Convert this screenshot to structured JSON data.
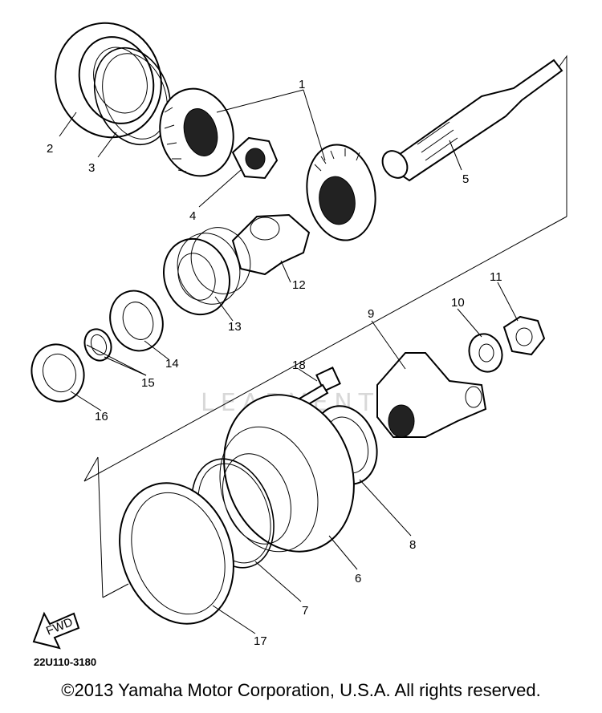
{
  "diagram": {
    "watermark": "LEADVENTURE",
    "part_code": "22U110-3180",
    "fwd_label": "FWD",
    "copyright": "©2013 Yamaha Motor Corporation, U.S.A. All rights reserved.",
    "callouts": [
      {
        "id": "1",
        "text": "1"
      },
      {
        "id": "2",
        "text": "2"
      },
      {
        "id": "3",
        "text": "3"
      },
      {
        "id": "4",
        "text": "4"
      },
      {
        "id": "5",
        "text": "5"
      },
      {
        "id": "6",
        "text": "6"
      },
      {
        "id": "7",
        "text": "7"
      },
      {
        "id": "8",
        "text": "8"
      },
      {
        "id": "9",
        "text": "9"
      },
      {
        "id": "10",
        "text": "10"
      },
      {
        "id": "11",
        "text": "11"
      },
      {
        "id": "12",
        "text": "12"
      },
      {
        "id": "13",
        "text": "13"
      },
      {
        "id": "14",
        "text": "14"
      },
      {
        "id": "15",
        "text": "15"
      },
      {
        "id": "16",
        "text": "16"
      },
      {
        "id": "17",
        "text": "17"
      },
      {
        "id": "18",
        "text": "18"
      }
    ]
  }
}
